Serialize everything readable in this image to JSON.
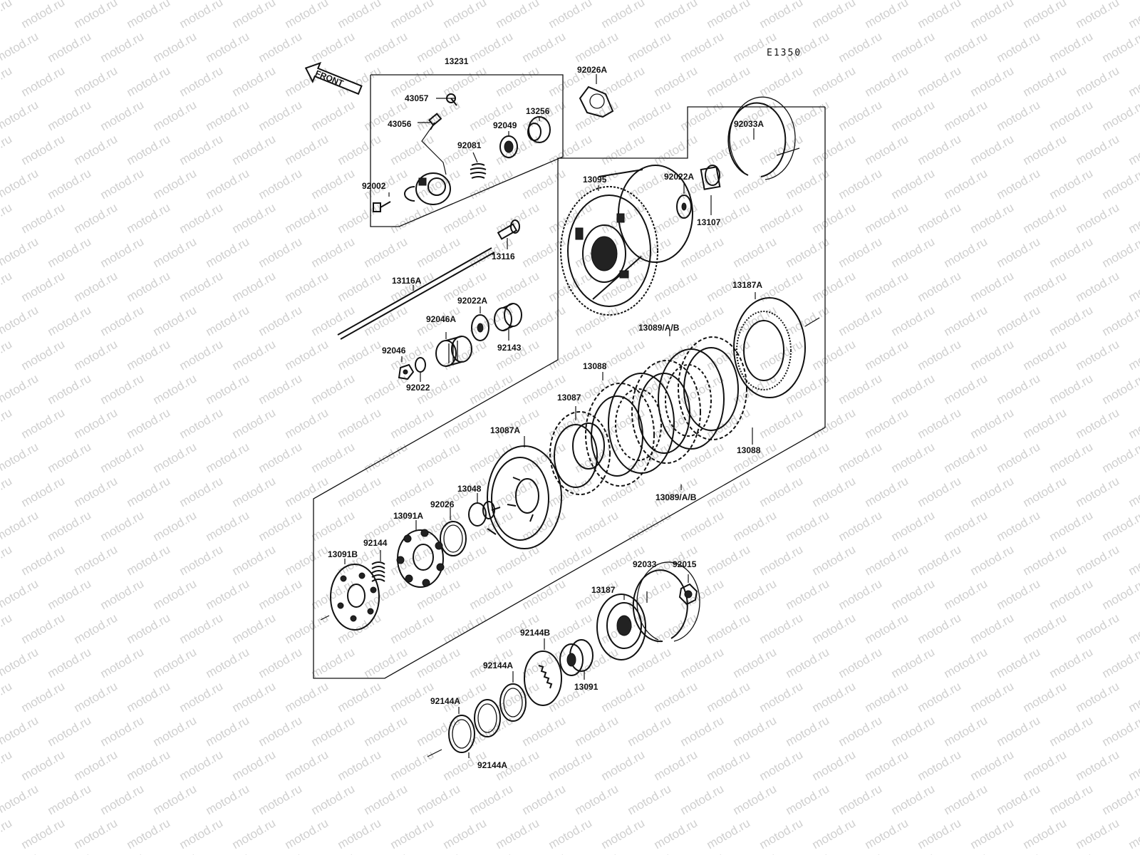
{
  "diagram": {
    "code": "E1350",
    "watermark": "motod.ru",
    "front_tag": "FRONT",
    "labels": {
      "p13231": "13231",
      "p43057": "43057",
      "p13256": "13256",
      "p43056": "43056",
      "p92049": "92049",
      "p92081": "92081",
      "p92002": "92002",
      "p92026A": "92026A",
      "p92033A": "92033A",
      "p13095": "13095",
      "p92022A_top": "92022A",
      "p13107": "13107",
      "p13116": "13116",
      "p13116A": "13116A",
      "p92022A": "92022A",
      "p92046A": "92046A",
      "p92143": "92143",
      "p92046": "92046",
      "p92022": "92022",
      "p13187A": "13187A",
      "p13089AB_top": "13089/A/B",
      "p13088_left": "13088",
      "p13087": "13087",
      "p13088_right": "13088",
      "p13087A": "13087A",
      "p13089AB_bottom": "13089/A/B",
      "p13048": "13048",
      "p92026": "92026",
      "p13091A": "13091A",
      "p92144": "92144",
      "p13091B": "13091B",
      "p92033": "92033",
      "p92015": "92015",
      "p13187": "13187",
      "p92144B": "92144B",
      "p92144A_1": "92144A",
      "p13091": "13091",
      "p92144A_2": "92144A",
      "p92144A_3": "92144A"
    }
  }
}
